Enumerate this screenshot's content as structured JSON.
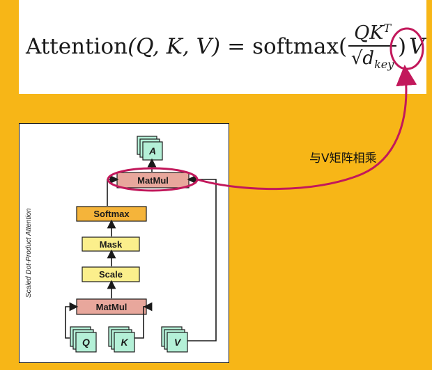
{
  "formula": {
    "lhs": "Attention",
    "args": "(Q, K, V)",
    "equals": "=",
    "func": "softmax(",
    "numerator": "QK",
    "numerator_sup": "T",
    "denominator_root": "√",
    "denominator": "d",
    "denominator_sub": "key",
    "close": ")",
    "v": "V"
  },
  "diagram": {
    "title": "Scaled Dot-Product Attention",
    "nodes": {
      "output": "A",
      "matmul_top": "MatMul",
      "softmax": "Softmax",
      "mask": "Mask",
      "scale": "Scale",
      "matmul_bottom": "MatMul",
      "q": "Q",
      "k": "K",
      "v": "V"
    }
  },
  "annotation": {
    "text": "与V矩阵相乘"
  },
  "colors": {
    "background": "#f7b617",
    "matmul": "#e8a79c",
    "softmax": "#f5b43a",
    "mask_scale": "#fbef8c",
    "matrix": "#b4f0d7",
    "highlight": "#c2185b"
  }
}
